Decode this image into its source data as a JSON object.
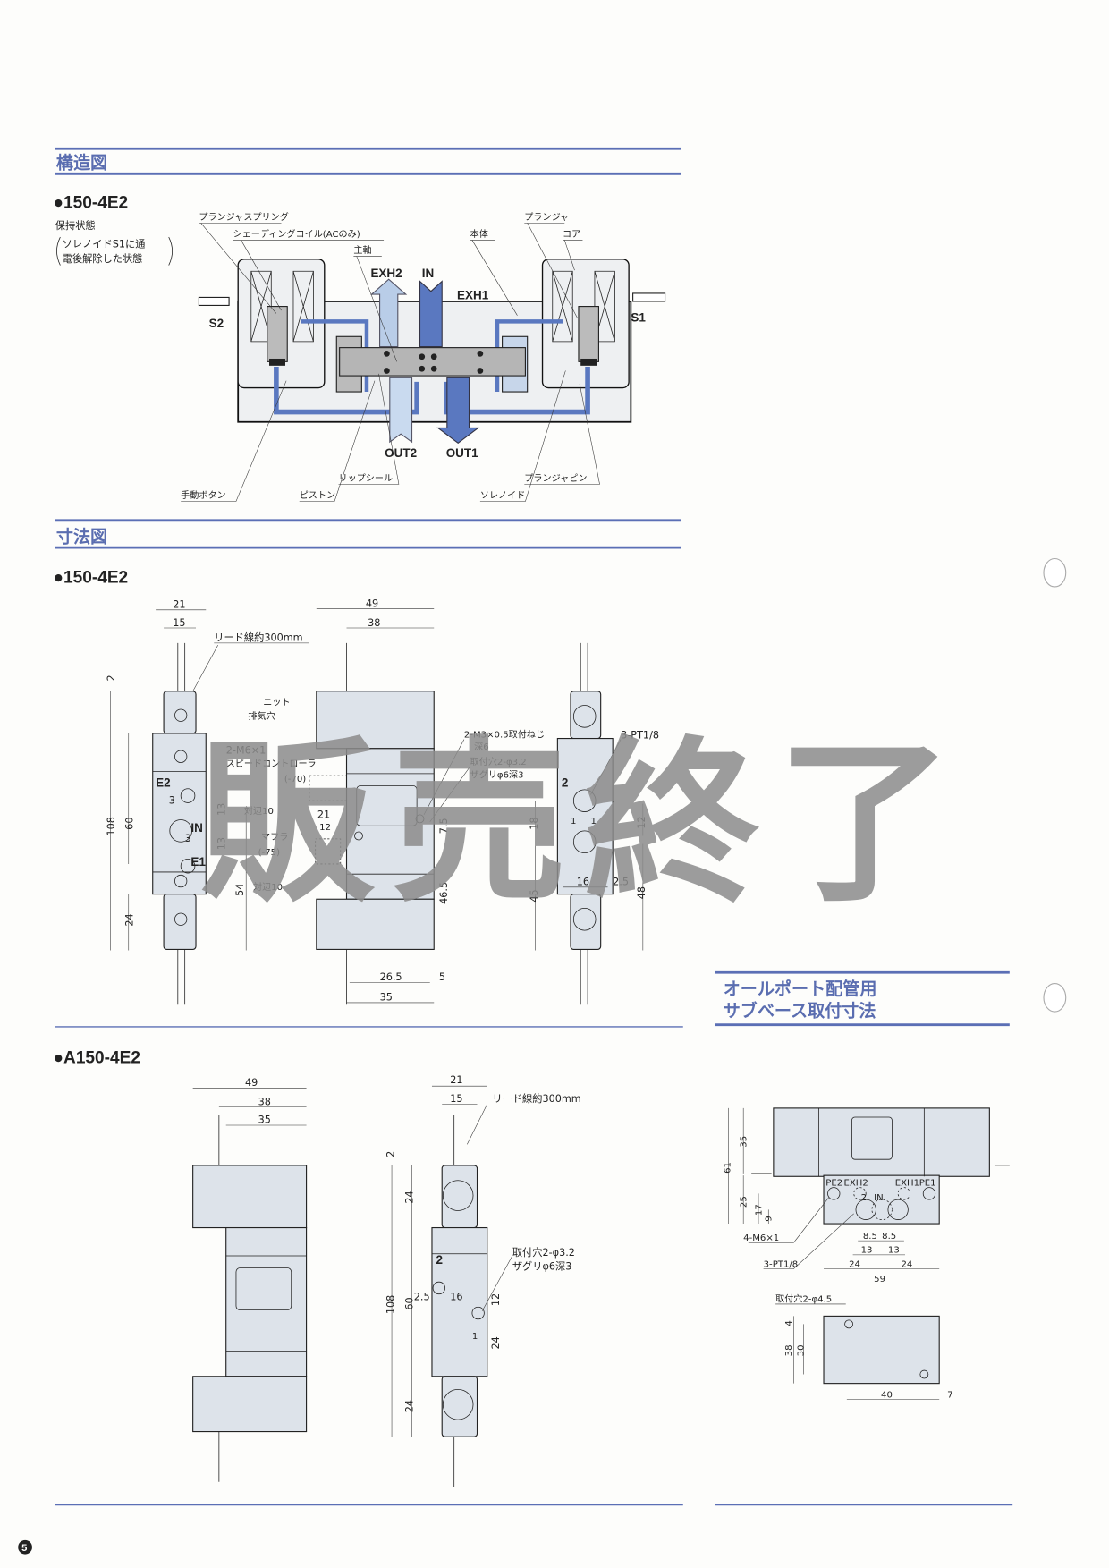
{
  "structure": {
    "title": "構造図",
    "model": "●150-4E2",
    "state": "保持状態",
    "note": [
      "ソレノイドS1に通",
      "電後解除した状態"
    ],
    "labels": {
      "plunger_spring": "プランジャスプリング",
      "shading_coil": "シェーディングコイル(ACのみ)",
      "main_shaft": "主軸",
      "body": "本体",
      "plunger": "プランジャ",
      "core": "コア",
      "manual_button": "手動ボタン",
      "piston": "ピストン",
      "lip_seal": "リップシール",
      "solenoid": "ソレノイド",
      "plunger_pin": "プランジャピン"
    },
    "ports": {
      "exh2": "EXH2",
      "in": "IN",
      "exh1": "EXH1",
      "out2": "OUT2",
      "out1": "OUT1",
      "s1": "S1",
      "s2": "S2"
    }
  },
  "dimensions": {
    "title": "寸法図",
    "model": "●150-4E2",
    "side": {
      "d21": "21",
      "d15": "15",
      "lead": "リード線約300mm",
      "d2": "2",
      "exhaust1": "ニット",
      "exhaust2": "排気穴",
      "m6": "2-M6×1",
      "speed": "スピードコントローラ",
      "m70": "(-70)",
      "d3a": "3",
      "e2": "E2",
      "d13a": "13",
      "d13b": "13",
      "taihen1": "対辺10",
      "d21b": "21",
      "d12": "12",
      "in": "IN",
      "d3b": "3",
      "muffler": "マフラ",
      "m75": "(-75)",
      "e1": "E1",
      "taihen2": "対辺10",
      "d108": "108",
      "d60": "60",
      "d54": "54",
      "d24": "24"
    },
    "front": {
      "d49": "49",
      "d38": "38",
      "m3": "2-M3×0.5取付ねじ",
      "depth6": "深6",
      "hole": "取付穴2-φ3.2",
      "counter": "ザグリφ6深3",
      "d7_5": "7.5",
      "d46_5": "46.5",
      "d26_5": "26.5",
      "d5": "5",
      "d35": "35"
    },
    "right": {
      "pt": "3-PT1/8",
      "p2": "2",
      "d18": "18",
      "d1a": "1",
      "d1b": "1",
      "d12": "12",
      "d16": "16",
      "d2_5": "2.5",
      "d45": "45",
      "d48": "48"
    }
  },
  "a150": {
    "model": "●A150-4E2",
    "front": {
      "d49": "49",
      "d38": "38",
      "d35": "35"
    },
    "side": {
      "d21": "21",
      "d15": "15",
      "lead": "リード線約300mm",
      "d2": "2",
      "d24a": "24",
      "d108": "108",
      "d60": "60",
      "d2_5": "2.5",
      "d16": "16",
      "hole": "取付穴2-φ3.2",
      "counter": "ザグリφ6深3",
      "p2": "2",
      "d12": "12",
      "p1": "1",
      "d24b": "24",
      "d24c": "24"
    }
  },
  "subbase": {
    "title": [
      "オールポート配管用",
      "サブベース取付寸法"
    ],
    "labels": {
      "d35": "35",
      "d61": "61",
      "d25": "25",
      "d17": "17",
      "d9": "9",
      "pe2": "PE2",
      "exh2": "EXH2",
      "exh1": "EXH1",
      "pe1": "PE1",
      "p2": "2",
      "in": "IN",
      "d8_5a": "8.5",
      "d8_5b": "8.5",
      "d13a": "13",
      "d13b": "13",
      "d24a": "24",
      "d24b": "24",
      "d59": "59",
      "m6": "4-M6×1",
      "pt": "3-PT1/8",
      "hole": "取付穴2-φ4.5",
      "d4": "4",
      "d38": "38",
      "d30": "30",
      "d40": "40",
      "d7": "7"
    }
  },
  "watermark": "販売終了",
  "page_number": "5",
  "colors": {
    "accent": "#5b6fb5",
    "flow_dark": "#5a78c0",
    "flow_light": "#b9cde8",
    "body": "#dde3ea"
  }
}
